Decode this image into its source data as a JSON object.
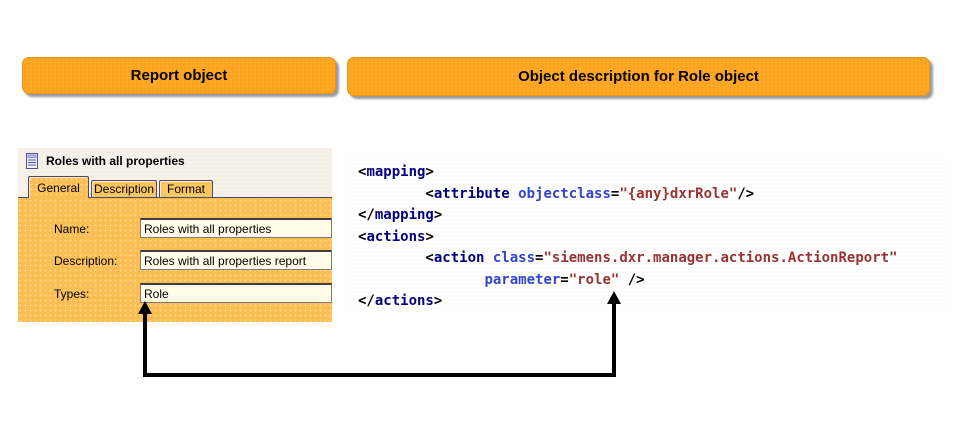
{
  "banners": {
    "left": {
      "label": "Report object"
    },
    "right": {
      "label": "Object description for Role object"
    }
  },
  "panel": {
    "title": "Roles with all properties",
    "tabs": [
      {
        "label": "General",
        "active": true
      },
      {
        "label": "Description",
        "active": false
      },
      {
        "label": "Format",
        "active": false
      }
    ],
    "fields": [
      {
        "label": "Name:",
        "value": "Roles with all properties"
      },
      {
        "label": "Description:",
        "value": "Roles with all properties report"
      },
      {
        "label": "Types:",
        "value": "Role"
      }
    ]
  },
  "code": {
    "lines": [
      [
        [
          "punct",
          "<"
        ],
        [
          "element",
          "mapping"
        ],
        [
          "punct",
          ">"
        ]
      ],
      [
        [
          "punct",
          "        <"
        ],
        [
          "element",
          "attribute"
        ],
        [
          "punct",
          " "
        ],
        [
          "attr",
          "objectclass"
        ],
        [
          "punct",
          "="
        ],
        [
          "value",
          "\"{any}dxrRole\""
        ],
        [
          "punct",
          "/>"
        ]
      ],
      [
        [
          "punct",
          "</"
        ],
        [
          "element",
          "mapping"
        ],
        [
          "punct",
          ">"
        ]
      ],
      [
        [
          "punct",
          "<"
        ],
        [
          "element",
          "actions"
        ],
        [
          "punct",
          ">"
        ]
      ],
      [
        [
          "punct",
          "        <"
        ],
        [
          "element",
          "action"
        ],
        [
          "punct",
          " "
        ],
        [
          "attr",
          "class"
        ],
        [
          "punct",
          "="
        ],
        [
          "value",
          "\"siemens.dxr.manager.actions.ActionReport\""
        ]
      ],
      [
        [
          "punct",
          "               "
        ],
        [
          "attr",
          "parameter"
        ],
        [
          "punct",
          "="
        ],
        [
          "value",
          "\"role\""
        ],
        [
          "punct",
          " />"
        ]
      ],
      [
        [
          "punct",
          "</"
        ],
        [
          "element",
          "actions"
        ],
        [
          "punct",
          ">"
        ]
      ]
    ]
  },
  "colors": {
    "banner_orange": "#FFA826",
    "banner_dot": "#F09000",
    "panel_orange": "#FBBE55",
    "panel_dot": "#FFD98F",
    "tab_fill": "#FBC55F",
    "header_cream": "#F4F0E8",
    "input_cream": "#FFFDE7",
    "code_element": "#000080",
    "code_attr": "#3344CC",
    "code_value": "#993333",
    "arrow": "#000000"
  }
}
